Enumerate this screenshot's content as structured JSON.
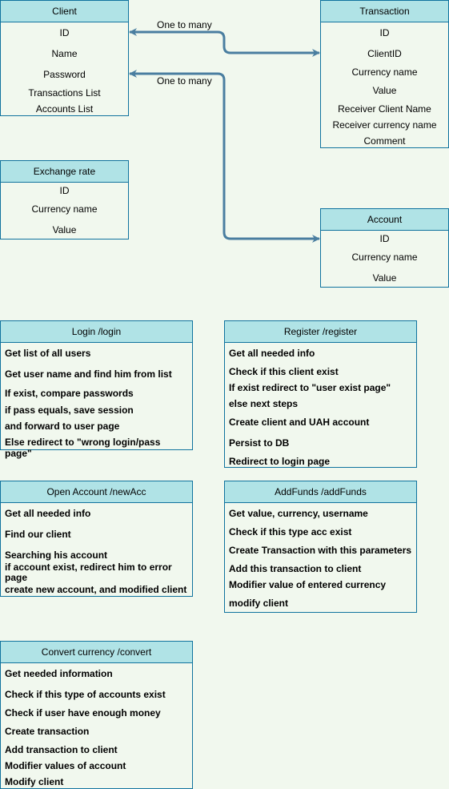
{
  "entities": {
    "client": {
      "title": "Client",
      "fields": [
        "ID",
        "Name",
        "Password",
        "Transactions List",
        "Accounts List"
      ]
    },
    "transaction": {
      "title": "Transaction",
      "fields": [
        "ID",
        "ClientID",
        "Currency name",
        "Value",
        "Receiver Client Name",
        "Receiver currency name",
        "Comment"
      ]
    },
    "exchange": {
      "title": "Exchange rate",
      "fields": [
        "ID",
        "Currency name",
        "Value"
      ]
    },
    "account": {
      "title": "Account",
      "fields": [
        "ID",
        "Currency name",
        "Value"
      ]
    }
  },
  "relations": {
    "client_transaction": "One to many",
    "client_account": "One to many"
  },
  "flows": {
    "login": {
      "title": "Login /login",
      "steps": [
        "Get list of all users",
        "Get user name and find him from list",
        "If exist, compare passwords",
        "if pass equals, save session",
        "and forward to user page",
        "Else redirect to \"wrong login/pass page\""
      ]
    },
    "register": {
      "title": "Register /register",
      "steps": [
        "Get all needed info",
        "Check if this client exist",
        "If exist redirect to \"user exist page\"",
        "else next steps",
        "Create client and UAH account",
        "Persist to DB",
        "Redirect to login page"
      ]
    },
    "newacc": {
      "title": "Open Account /newAcc",
      "steps": [
        "Get all needed info",
        "Find our client",
        "Searching his account",
        "if account exist, redirect him to error page",
        "create new account, and modified client"
      ]
    },
    "addfunds": {
      "title": "AddFunds /addFunds",
      "steps": [
        "Get value, currency, username",
        "Check if this type acc exist",
        "Create Transaction with this parameters",
        "Add this transaction to client",
        "Modifier value of entered currency",
        "modify client"
      ]
    },
    "convert": {
      "title": "Convert currency /convert",
      "steps": [
        "Get needed information",
        "Check if this type of accounts exist",
        "Check if user have enough money",
        "Create transaction",
        "Add transaction to client",
        "Modifier values of account",
        "Modify client"
      ]
    }
  }
}
